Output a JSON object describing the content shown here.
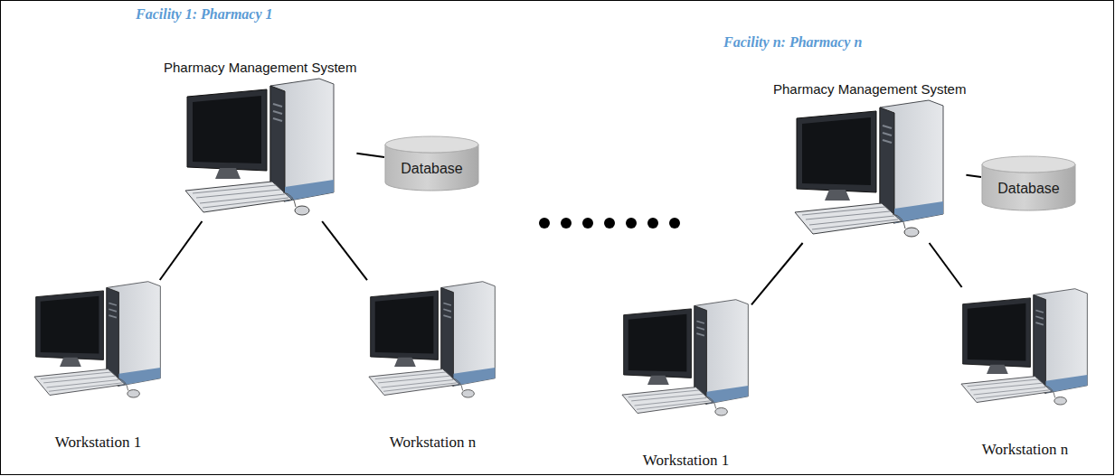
{
  "diagram": {
    "nodes": [
      {
        "text": [
          "Pharmacy Management System"
        ]
      },
      {
        "text": [
          "Database"
        ]
      },
      {
        "text": [
          "Workstation 1"
        ]
      },
      {
        "text": [
          "Workstation n"
        ]
      },
      {
        "text": [
          "Pharmacy Management System"
        ]
      },
      {
        "text": [
          "Database"
        ]
      },
      {
        "text": [
          "Workstation 1"
        ]
      },
      {
        "text": [
          "Workstation n"
        ]
      }
    ],
    "edges": [
      {
        "from": 0,
        "to": 1,
        "arrow": "none"
      },
      {
        "from": 0,
        "to": 2,
        "arrow": "none"
      },
      {
        "from": 0,
        "to": 3,
        "arrow": "none"
      },
      {
        "from": 4,
        "to": 5,
        "arrow": "none"
      },
      {
        "from": 4,
        "to": 6,
        "arrow": "none"
      },
      {
        "from": 4,
        "to": 7,
        "arrow": "none"
      }
    ],
    "labels": [
      "Facility 1: Pharmacy 1",
      "Facility n: Pharmacy n"
    ]
  }
}
